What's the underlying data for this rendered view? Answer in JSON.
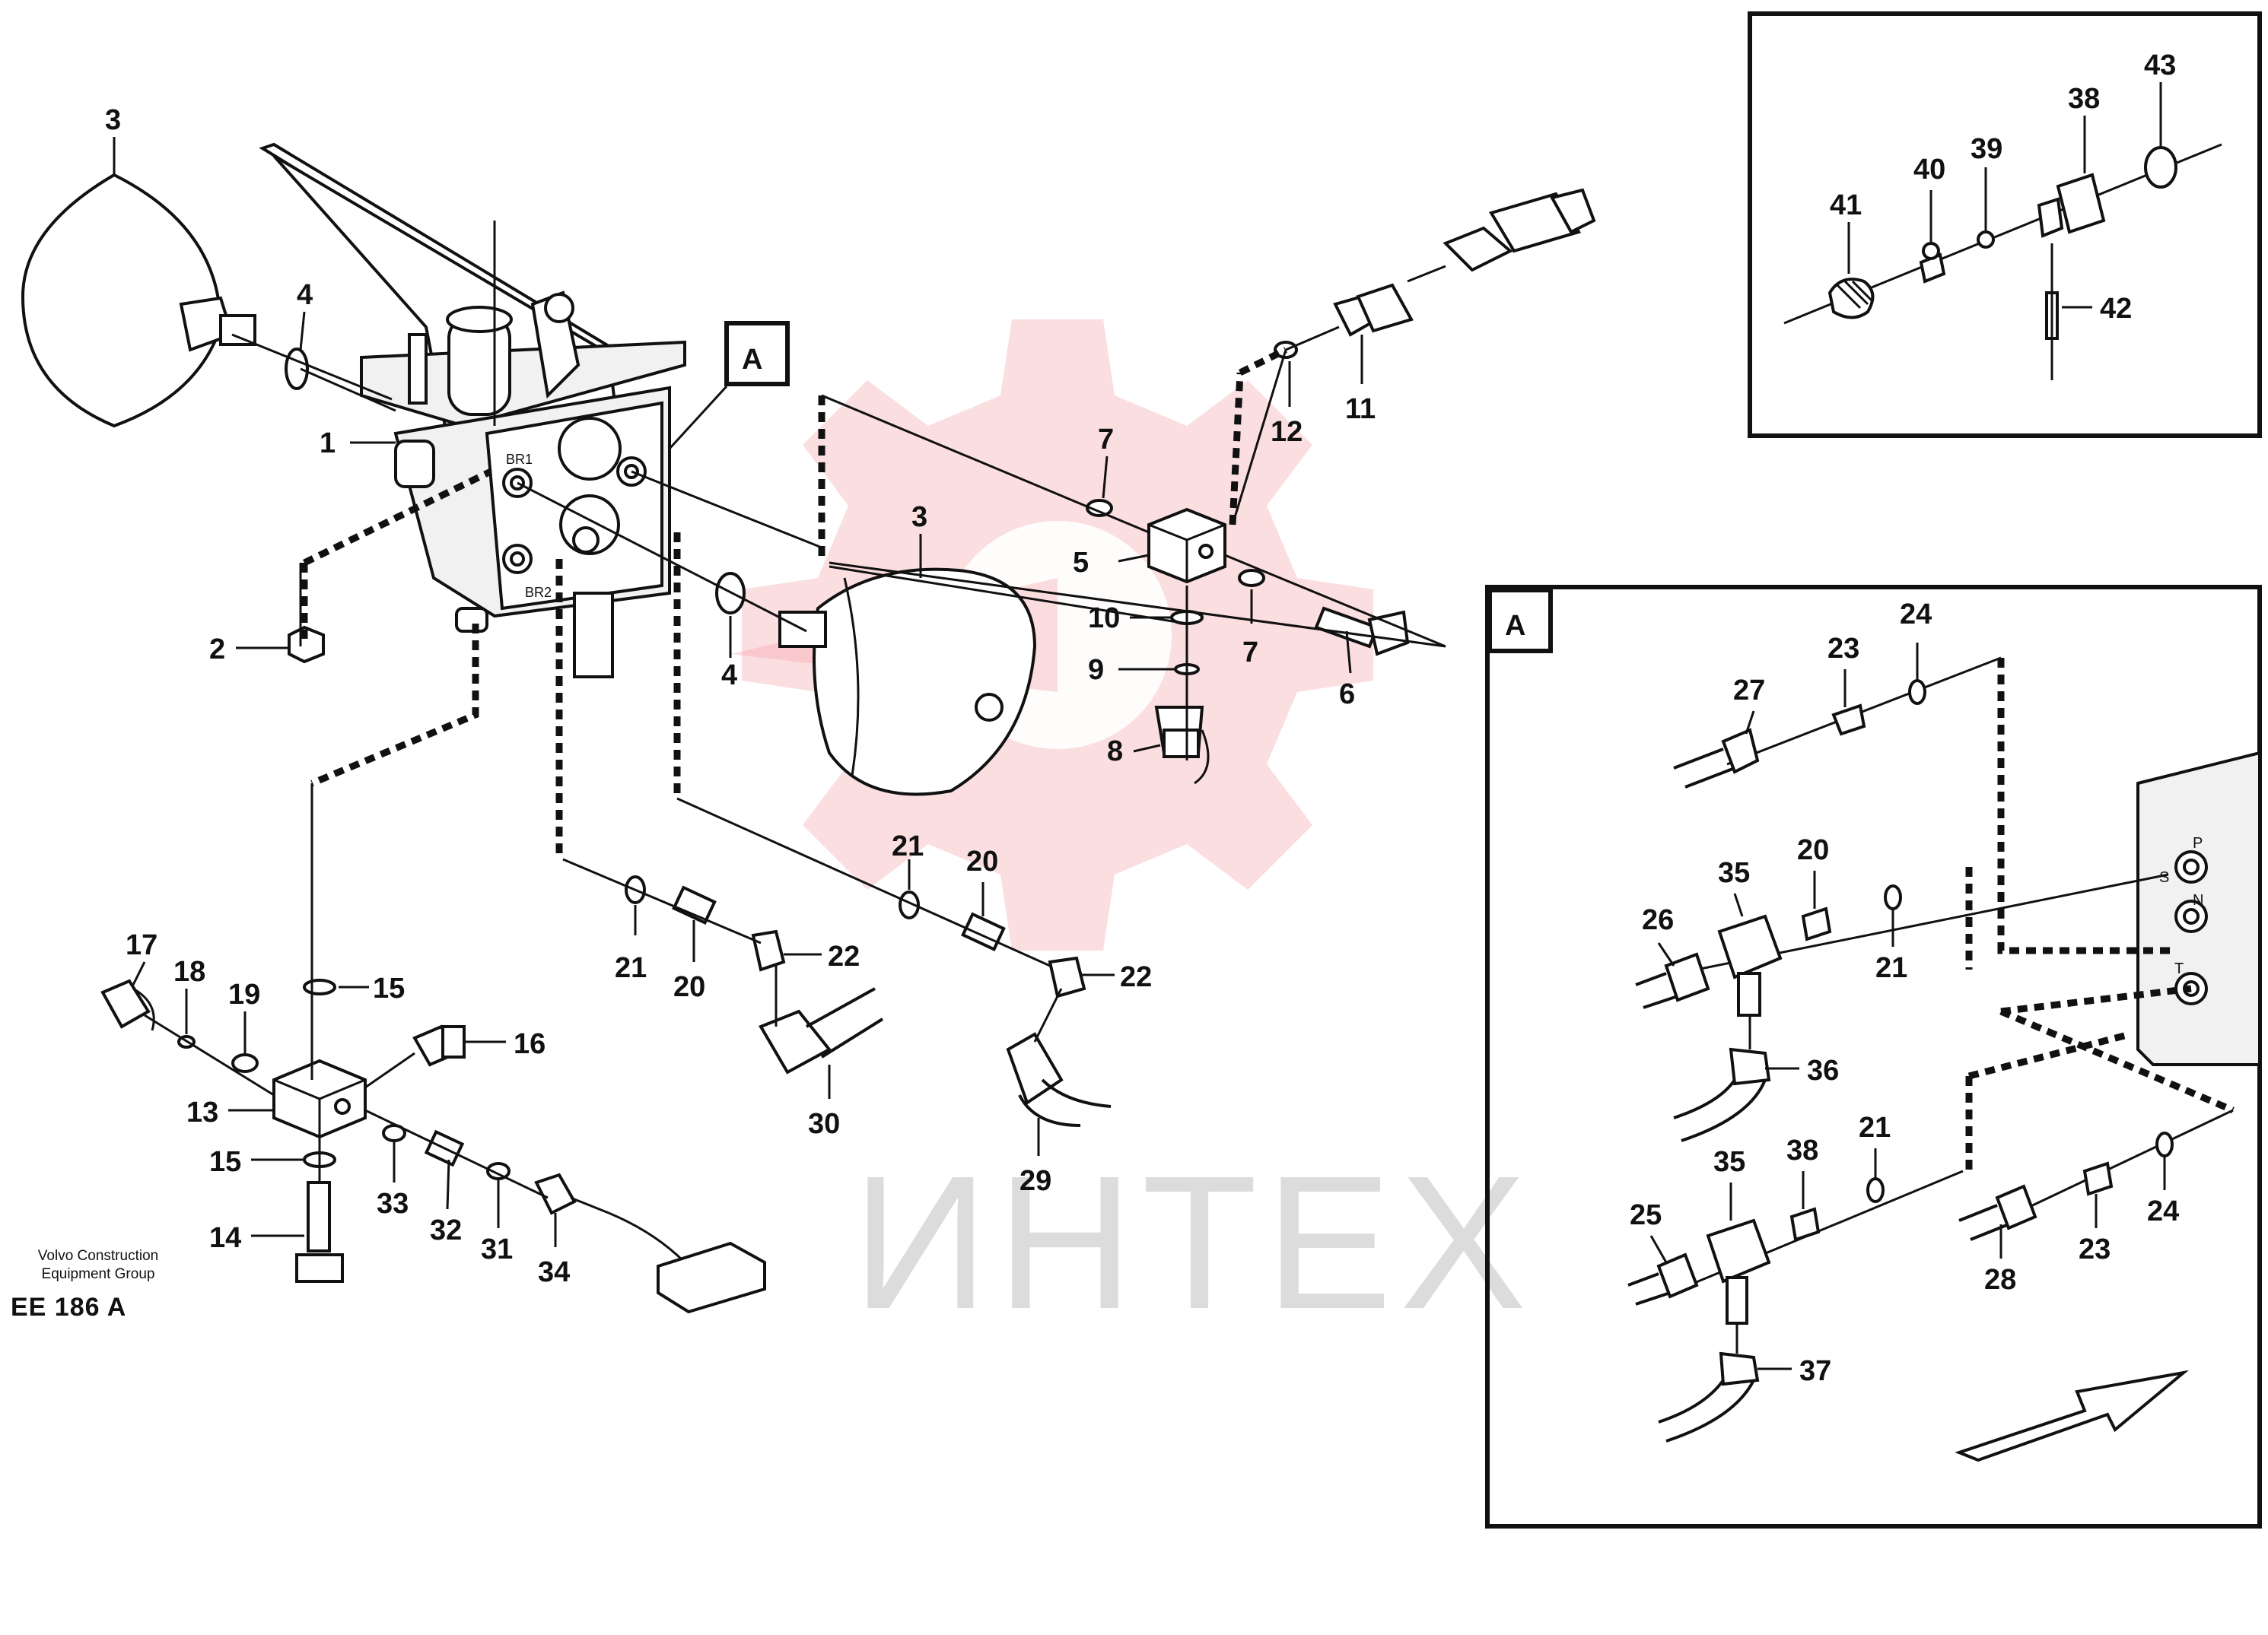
{
  "callouts": [
    {
      "id": "c3a",
      "text": "3"
    },
    {
      "id": "c4a",
      "text": "4"
    },
    {
      "id": "c1",
      "text": "1"
    },
    {
      "id": "c2",
      "text": "2"
    },
    {
      "id": "cA1",
      "text": "A"
    },
    {
      "id": "c3b",
      "text": "3"
    },
    {
      "id": "c4b",
      "text": "4"
    },
    {
      "id": "c7a",
      "text": "7"
    },
    {
      "id": "c5",
      "text": "5"
    },
    {
      "id": "c7b",
      "text": "7"
    },
    {
      "id": "c10",
      "text": "10"
    },
    {
      "id": "c9",
      "text": "9"
    },
    {
      "id": "c8",
      "text": "8"
    },
    {
      "id": "c6",
      "text": "6"
    },
    {
      "id": "c12",
      "text": "12"
    },
    {
      "id": "c11",
      "text": "11"
    },
    {
      "id": "c21a",
      "text": "21"
    },
    {
      "id": "c20a",
      "text": "20"
    },
    {
      "id": "c22a",
      "text": "22"
    },
    {
      "id": "c30",
      "text": "30"
    },
    {
      "id": "c21b",
      "text": "21"
    },
    {
      "id": "c20b",
      "text": "20"
    },
    {
      "id": "c22b",
      "text": "22"
    },
    {
      "id": "c29",
      "text": "29"
    },
    {
      "id": "c17",
      "text": "17"
    },
    {
      "id": "c18",
      "text": "18"
    },
    {
      "id": "c19",
      "text": "19"
    },
    {
      "id": "c15a",
      "text": "15"
    },
    {
      "id": "c16",
      "text": "16"
    },
    {
      "id": "c13",
      "text": "13"
    },
    {
      "id": "c15b",
      "text": "15"
    },
    {
      "id": "c14",
      "text": "14"
    },
    {
      "id": "c33",
      "text": "33"
    },
    {
      "id": "c32",
      "text": "32"
    },
    {
      "id": "c31",
      "text": "31"
    },
    {
      "id": "c34",
      "text": "34"
    },
    {
      "id": "c41",
      "text": "41"
    },
    {
      "id": "c40",
      "text": "40"
    },
    {
      "id": "c39",
      "text": "39"
    },
    {
      "id": "c38a",
      "text": "38"
    },
    {
      "id": "c43",
      "text": "43"
    },
    {
      "id": "c42",
      "text": "42"
    },
    {
      "id": "cA2",
      "text": "A"
    },
    {
      "id": "c27",
      "text": "27"
    },
    {
      "id": "c23a",
      "text": "23"
    },
    {
      "id": "c24a",
      "text": "24"
    },
    {
      "id": "c26",
      "text": "26"
    },
    {
      "id": "c35a",
      "text": "35"
    },
    {
      "id": "c20c",
      "text": "20"
    },
    {
      "id": "c21c",
      "text": "21"
    },
    {
      "id": "c36",
      "text": "36"
    },
    {
      "id": "c25",
      "text": "25"
    },
    {
      "id": "c35b",
      "text": "35"
    },
    {
      "id": "c38b",
      "text": "38"
    },
    {
      "id": "c21d",
      "text": "21"
    },
    {
      "id": "c37",
      "text": "37"
    },
    {
      "id": "c28",
      "text": "28"
    },
    {
      "id": "c23b",
      "text": "23"
    },
    {
      "id": "c24b",
      "text": "24"
    }
  ],
  "port_marks": {
    "br1": "BR1",
    "br2": "BR2",
    "p": "P",
    "s": "S",
    "n": "N",
    "t": "T"
  },
  "footer": {
    "company_line1": "Volvo Construction",
    "company_line2": "Equipment Group",
    "code": "EE 186 A"
  },
  "watermark": {
    "text": "ИНТЕХ"
  }
}
